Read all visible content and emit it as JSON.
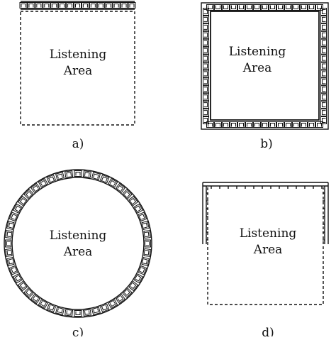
{
  "panels": [
    {
      "id": "a",
      "caption": "a)",
      "label_line1": "Listening",
      "label_line2": "Area",
      "arrangement": "linear-top",
      "boundary": "dashed"
    },
    {
      "id": "b",
      "caption": "b)",
      "label_line1": "Listening",
      "label_line2": "Area",
      "arrangement": "square-enclosure",
      "boundary": "solid"
    },
    {
      "id": "c",
      "caption": "c)",
      "label_line1": "Listening",
      "label_line2": "Area",
      "arrangement": "circular-ring",
      "boundary": "solid"
    },
    {
      "id": "d",
      "caption": "d)",
      "label_line1": "Listening",
      "label_line2": "Area",
      "arrangement": "u-shape-top-sides",
      "boundary": "dashed"
    }
  ],
  "colors": {
    "stroke": "#111111",
    "background": "#ffffff"
  }
}
